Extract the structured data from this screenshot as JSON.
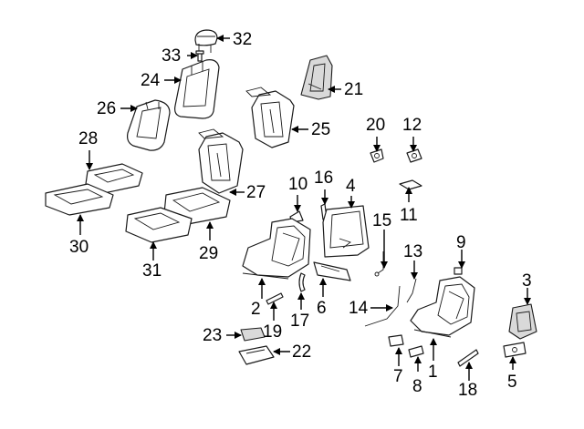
{
  "diagram": {
    "callouts": [
      {
        "id": "c32",
        "text": "32"
      },
      {
        "id": "c33",
        "text": "33"
      },
      {
        "id": "c24",
        "text": "24"
      },
      {
        "id": "c21",
        "text": "21"
      },
      {
        "id": "c26",
        "text": "26"
      },
      {
        "id": "c25",
        "text": "25"
      },
      {
        "id": "c20",
        "text": "20"
      },
      {
        "id": "c12",
        "text": "12"
      },
      {
        "id": "c28",
        "text": "28"
      },
      {
        "id": "c27",
        "text": "27"
      },
      {
        "id": "c10",
        "text": "10"
      },
      {
        "id": "c16",
        "text": "16"
      },
      {
        "id": "c4",
        "text": "4"
      },
      {
        "id": "c11",
        "text": "11"
      },
      {
        "id": "c15",
        "text": "15"
      },
      {
        "id": "c30",
        "text": "30"
      },
      {
        "id": "c29",
        "text": "29"
      },
      {
        "id": "c31",
        "text": "31"
      },
      {
        "id": "c13",
        "text": "13"
      },
      {
        "id": "c9",
        "text": "9"
      },
      {
        "id": "c3",
        "text": "3"
      },
      {
        "id": "c2",
        "text": "2"
      },
      {
        "id": "c17",
        "text": "17"
      },
      {
        "id": "c6",
        "text": "6"
      },
      {
        "id": "c19",
        "text": "19"
      },
      {
        "id": "c14",
        "text": "14"
      },
      {
        "id": "c23",
        "text": "23"
      },
      {
        "id": "c22",
        "text": "22"
      },
      {
        "id": "c1",
        "text": "1"
      },
      {
        "id": "c7",
        "text": "7"
      },
      {
        "id": "c8",
        "text": "8"
      },
      {
        "id": "c18",
        "text": "18"
      },
      {
        "id": "c5",
        "text": "5"
      }
    ]
  }
}
